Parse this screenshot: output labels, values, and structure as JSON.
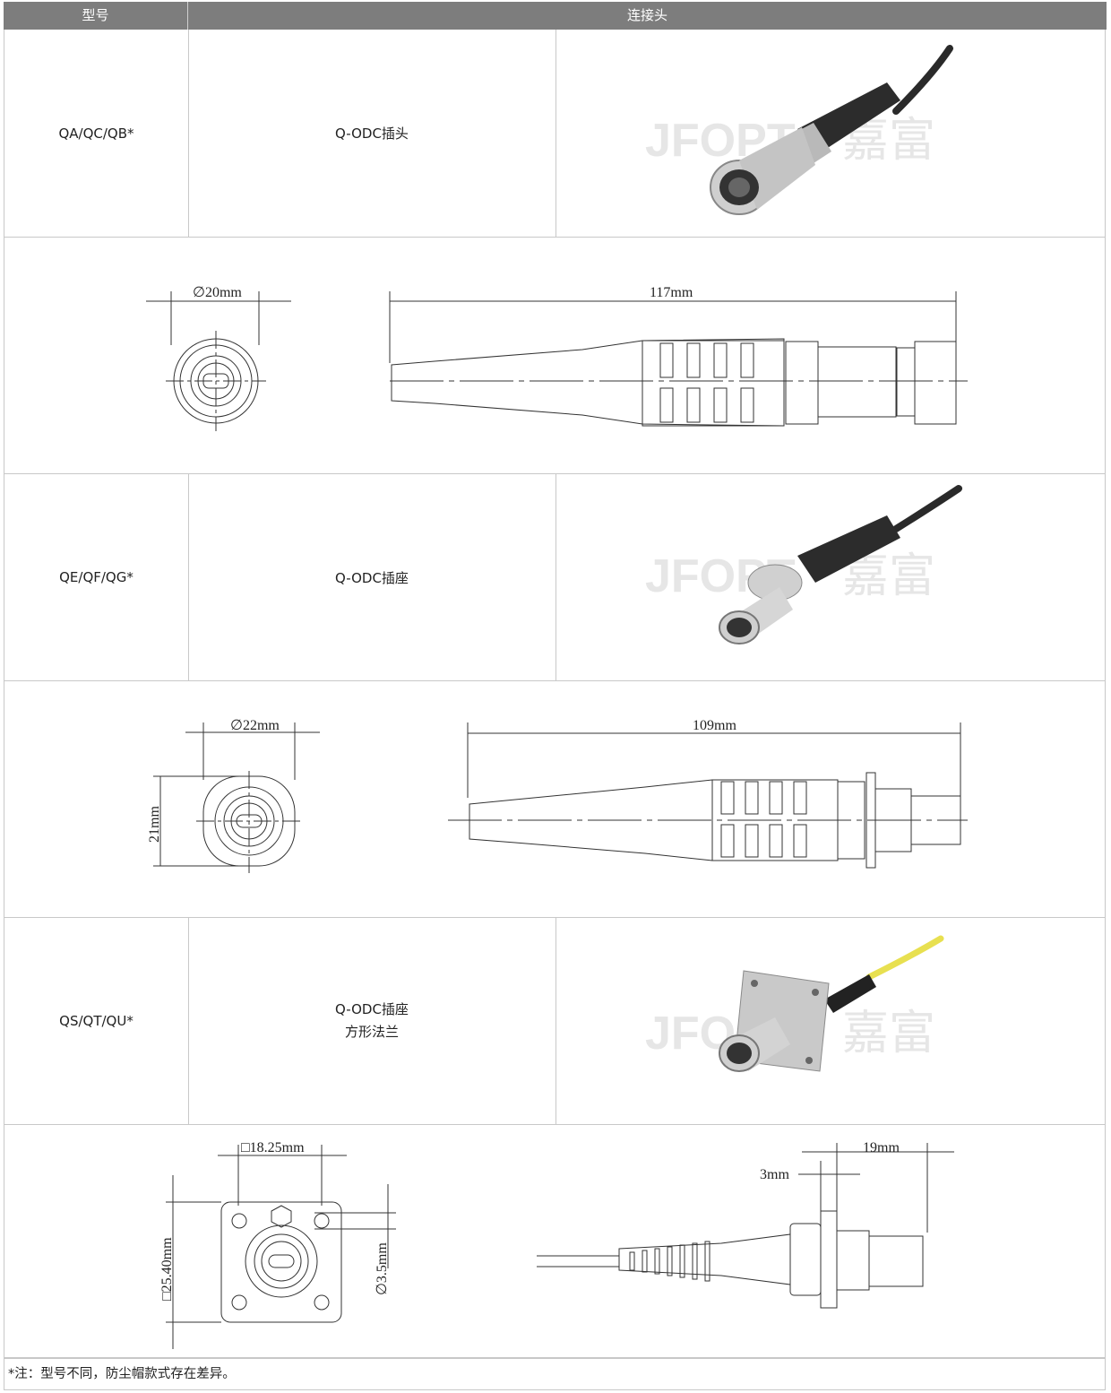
{
  "header": {
    "col1": "型号",
    "col2": "连接头"
  },
  "rows": [
    {
      "model": "QA/QC/QB*",
      "connector": "Q-ODC插头"
    },
    {
      "model": "QE/QF/QG*",
      "connector": "Q-ODC插座"
    },
    {
      "model": "QS/QT/QU*",
      "connector_line1": "Q-ODC插座",
      "connector_line2": "方形法兰"
    }
  ],
  "watermark": {
    "latin": "JFOPT",
    "chinese": "嘉富"
  },
  "drawing1": {
    "diameter": "∅20mm",
    "length": "117mm"
  },
  "drawing2": {
    "diameter": "∅22mm",
    "height": "21mm",
    "length": "109mm"
  },
  "drawing3": {
    "square": "□18.25mm",
    "side": "□25.40mm",
    "hole": "∅3.5mm",
    "flange": "3mm",
    "length": "19mm"
  },
  "colors": {
    "header_bg": "#7d7d7d",
    "border": "#c8c8c8",
    "cable_yellow": "#e8e050"
  },
  "footer_note": "*注：型号不同，防尘帽款式存在差异。"
}
